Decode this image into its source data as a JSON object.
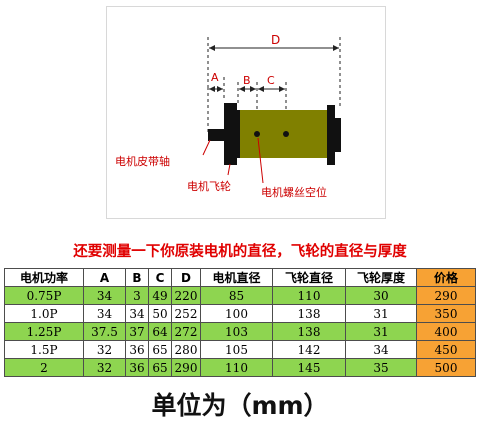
{
  "diagram": {
    "dim_d": "D",
    "dim_a": "A",
    "dim_b": "B",
    "dim_c": "C",
    "label_belt_shaft": "电机皮带轴",
    "label_flywheel": "电机飞轮",
    "label_screw_slot": "电机螺丝空位"
  },
  "note": "还要测量一下你原装电机的直径，飞轮的直径与厚度",
  "table": {
    "headers": [
      "电机功率",
      "A",
      "B",
      "C",
      "D",
      "电机直径",
      "飞轮直径",
      "飞轮厚度",
      "价格"
    ],
    "rows": [
      [
        "0.75P",
        "34",
        "3",
        "49",
        "220",
        "85",
        "110",
        "30",
        "290"
      ],
      [
        "1.0P",
        "34",
        "34",
        "50",
        "252",
        "100",
        "138",
        "31",
        "350"
      ],
      [
        "1.25P",
        "37.5",
        "37",
        "64",
        "272",
        "103",
        "138",
        "31",
        "400"
      ],
      [
        "1.5P",
        "32",
        "36",
        "65",
        "280",
        "105",
        "142",
        "34",
        "450"
      ],
      [
        "2",
        "32",
        "36",
        "65",
        "290",
        "110",
        "145",
        "35",
        "500"
      ]
    ]
  },
  "unit": "单位为（mm）",
  "colors": {
    "row_highlight": "#8ed550",
    "price_column": "#f7a234",
    "note_text": "#e00000",
    "motor_body": "#808000"
  }
}
